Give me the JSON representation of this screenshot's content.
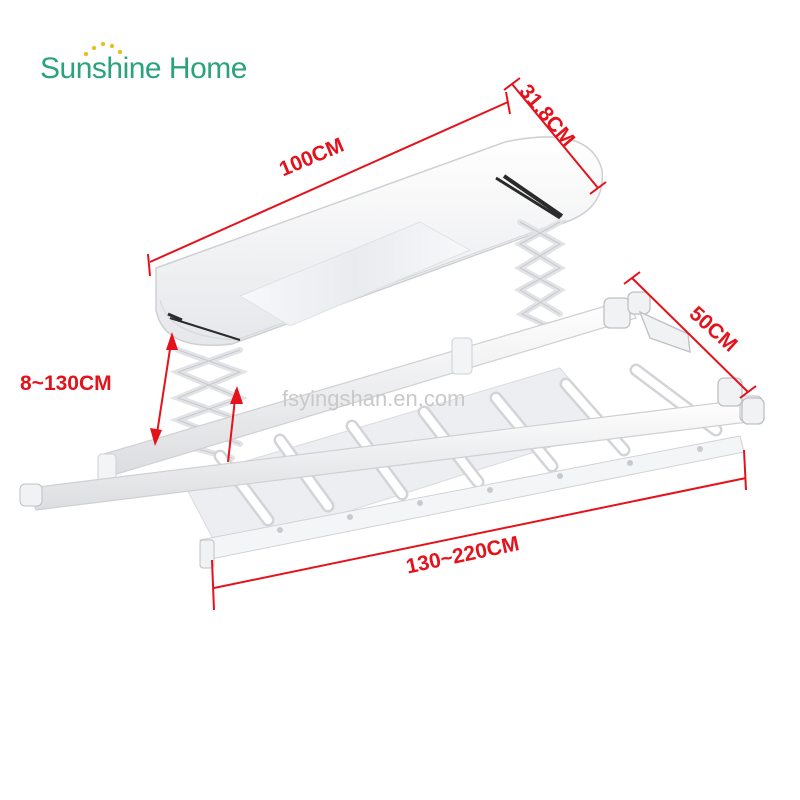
{
  "brand": {
    "name": "Sunshine Home",
    "color": "#2aa37c",
    "dot_color": "#e6c31c"
  },
  "dimensions": {
    "top_length": "100CM",
    "top_width": "31.8CM",
    "drop_height": "8~130CM",
    "rack_width": "50CM",
    "rack_length": "130~220CM",
    "color": "#e3121b"
  },
  "watermark": {
    "text": "fsyingshan.en.com",
    "color": "#c9c9c9"
  },
  "product": {
    "body_color": "#ffffff",
    "outline_color": "#d4d4d4",
    "shadow_color": "#2b2b2b",
    "light_panel_color": "#eef0f3"
  }
}
